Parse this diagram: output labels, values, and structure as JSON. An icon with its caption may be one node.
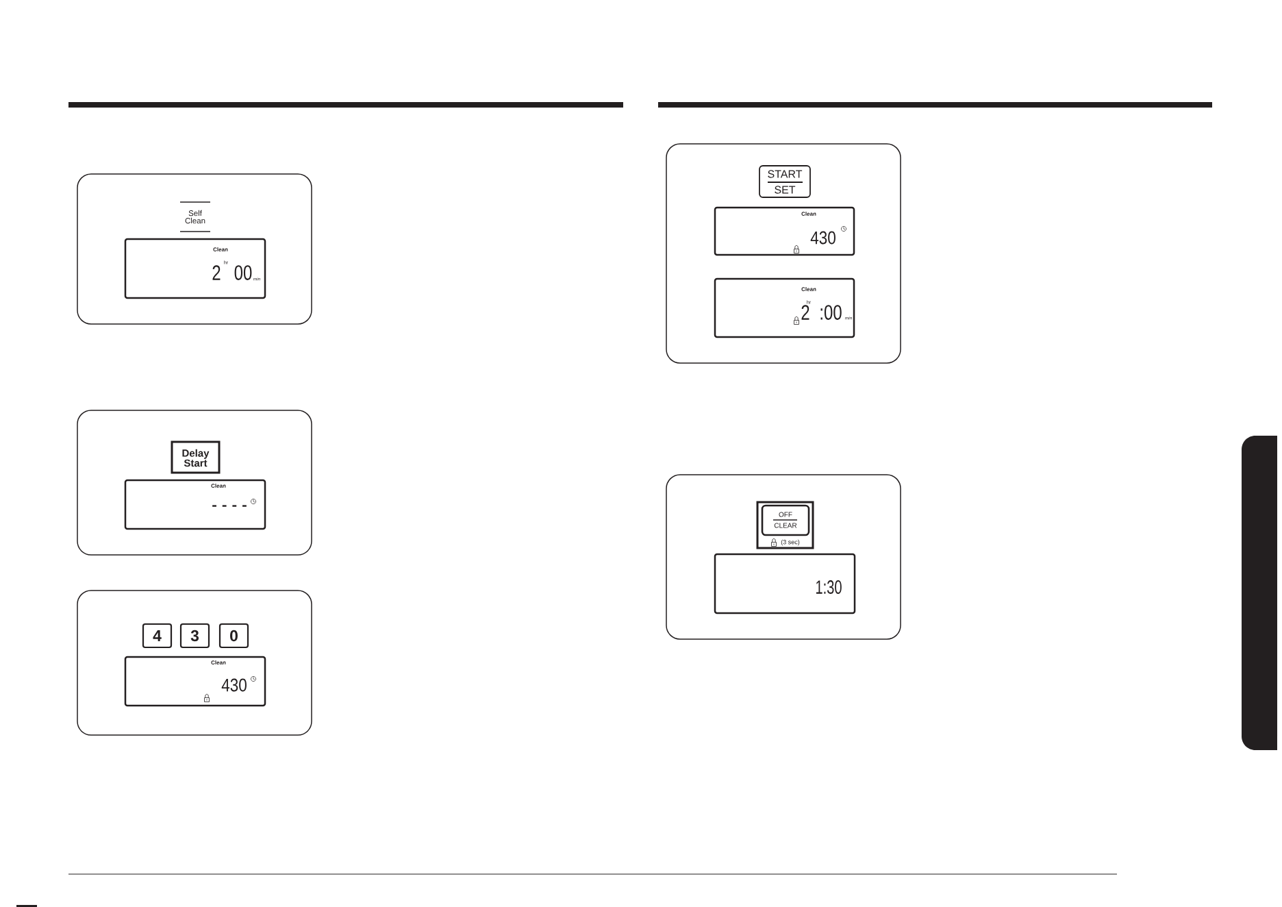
{
  "diagram": {
    "nodes": [
      {
        "text": [],
        "shape": "box"
      },
      {
        "text": [
          "Self Clean"
        ],
        "in": 0
      },
      {
        "text": [
          "Clean",
          "2",
          "hr",
          "00",
          "min"
        ],
        "in": 0
      },
      {
        "text": [],
        "shape": "box"
      },
      {
        "text": [
          "Delay Start"
        ],
        "in": 3
      },
      {
        "text": [
          "Clean",
          "- - - -"
        ],
        "in": 3
      },
      {
        "text": [],
        "shape": "box"
      },
      {
        "text": [
          "4"
        ],
        "in": 6
      },
      {
        "text": [
          "3"
        ],
        "in": 6
      },
      {
        "text": [
          "0"
        ],
        "in": 6
      },
      {
        "text": [
          "Clean",
          "430"
        ],
        "in": 6
      },
      {
        "text": [],
        "shape": "box"
      },
      {
        "text": [
          "START",
          "SET"
        ],
        "in": 11
      },
      {
        "text": [
          "Clean",
          "430"
        ],
        "in": 11
      },
      {
        "text": [
          "Clean",
          "hr",
          "2",
          ":00",
          "min"
        ],
        "in": 11
      },
      {
        "text": [],
        "shape": "box"
      },
      {
        "text": [
          "(3 sec)"
        ],
        "in": 15
      },
      {
        "text": [
          "OFF",
          "CLEAR"
        ],
        "in": 16
      },
      {
        "text": [
          "1:30"
        ],
        "in": 15
      },
      {
        "text": [],
        "shape": "bar"
      }
    ]
  }
}
